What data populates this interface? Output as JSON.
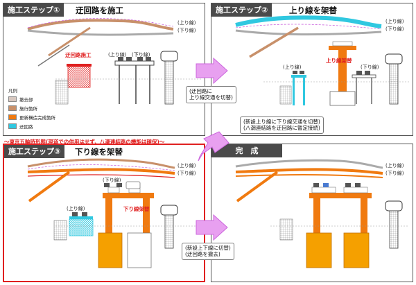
{
  "panels": [
    {
      "step": "施工ステップ①",
      "title": "迂回路を施工"
    },
    {
      "step": "施工ステップ②",
      "title": "上り線を架替"
    },
    {
      "step": "施工ステップ③",
      "title": "下り線を架替"
    },
    {
      "step": "完　成",
      "title": ""
    }
  ],
  "labels": {
    "up": "(上り線)",
    "down": "(下り線)",
    "detour_work": "迂回路施工",
    "up_replace": "上り線架替",
    "down_replace": "下り線架替"
  },
  "legend": {
    "title": "凡例",
    "items": [
      {
        "label": "撤去部",
        "color": "#d8c8c0"
      },
      {
        "label": "施行箇所",
        "color": "#c8906a"
      },
      {
        "label": "更新構造完成箇所",
        "color": "#f07a10"
      },
      {
        "label": "迂回路",
        "color": "#30c8e0"
      }
    ]
  },
  "notes": {
    "n1_line1": "(迂回路に",
    "n1_line2": "上り線交通を切替)",
    "n2_line1": "(新設上り線に下り線交通を切替)",
    "n2_line2": "(八潮連結路を迂回路に暫定接続)",
    "n3_line1": "(新設上下線に切替)",
    "n3_line2": "(迂回路を撤去)"
  },
  "separator": "～東京五輪時形態(現道での供用はせず、八潮連結路の機能は確保)～",
  "colors": {
    "orange": "#f07a10",
    "cyan": "#30c8e0",
    "brown": "#c8906a",
    "pink": "#cc66dd",
    "red": "#e02020"
  }
}
